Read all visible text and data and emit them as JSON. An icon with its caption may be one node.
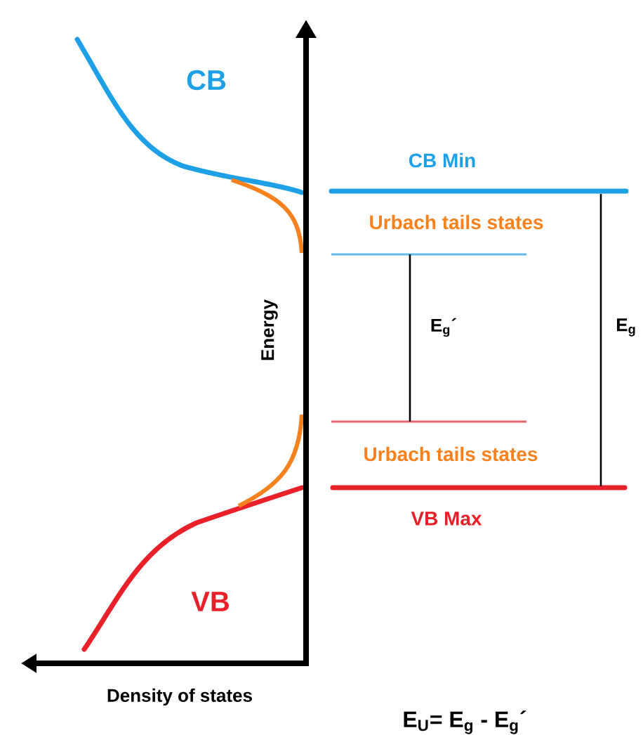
{
  "diagram": {
    "labels": [
      "CB",
      "CB Min",
      "Urbach tails states",
      "Energy",
      "E$_{g}$´",
      "E$_{g}$",
      "Urbach tails states",
      "VB Max",
      "VB",
      "Density of states",
      "E$_{U}$= E$_{g}$ - E$_{g}$´"
    ]
  }
}
